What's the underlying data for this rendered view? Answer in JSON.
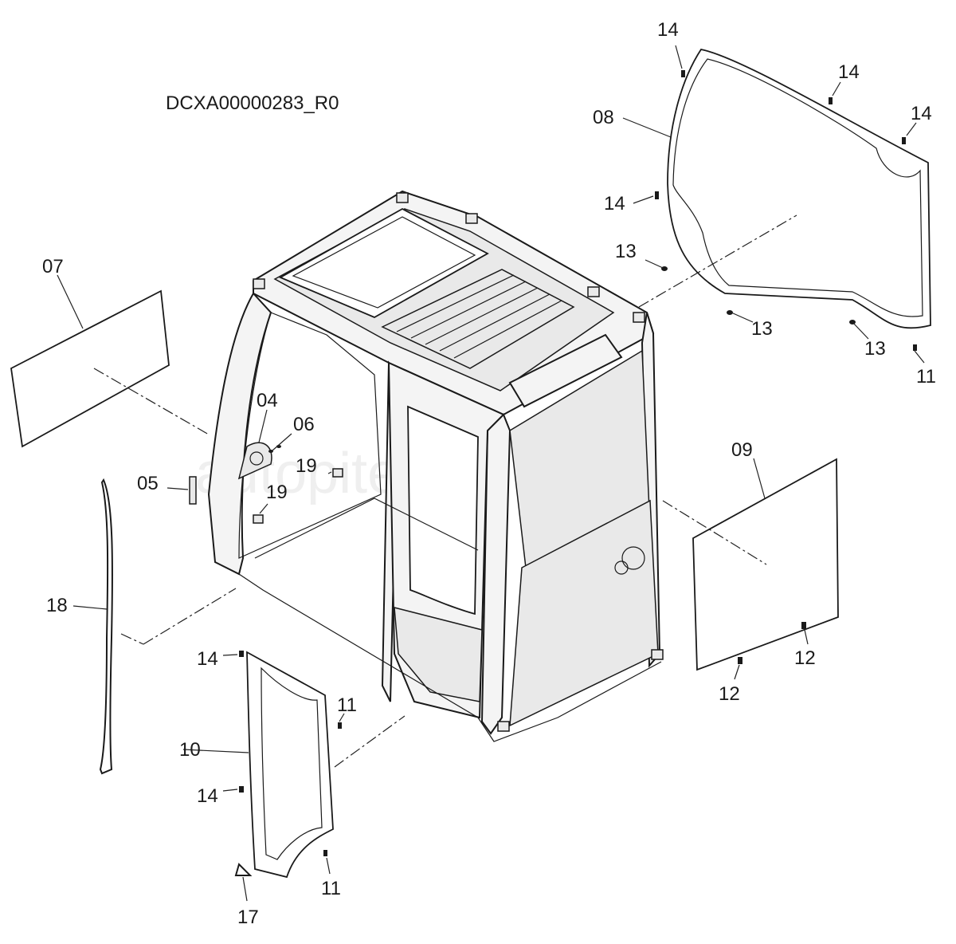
{
  "title": "DCXA00000283_R0",
  "watermark": "autopiter.ru",
  "callouts": {
    "c07": "07",
    "c08": "08",
    "c09": "09",
    "c10": "10",
    "c04": "04",
    "c06": "06",
    "c05": "05",
    "c19a": "19",
    "c19b": "19",
    "c18": "18",
    "c17": "17",
    "c14a": "14",
    "c14b": "14",
    "c14c": "14",
    "c14d": "14",
    "c14e": "14",
    "c14f": "14",
    "c13a": "13",
    "c13b": "13",
    "c13c": "13",
    "c11a": "11",
    "c11b": "11",
    "c11c": "11",
    "c12a": "12",
    "c12b": "12"
  }
}
